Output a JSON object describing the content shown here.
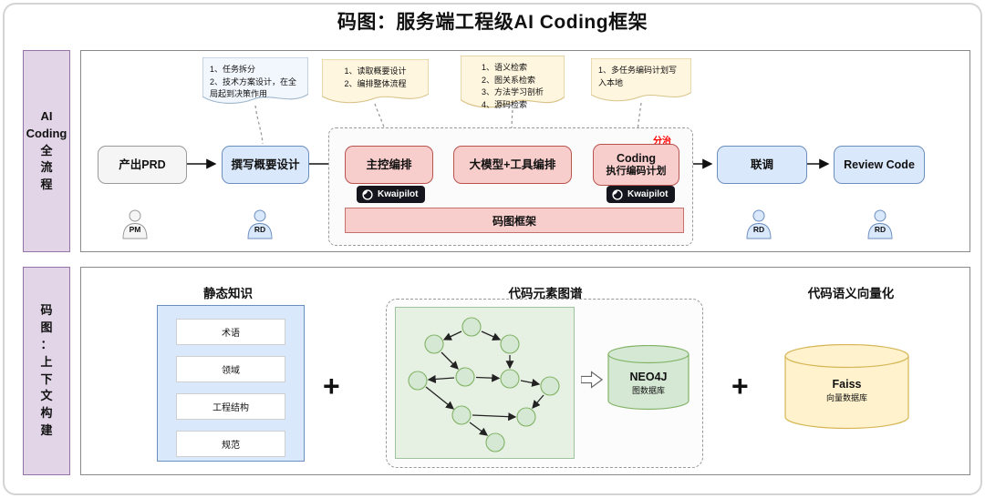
{
  "title": "码图：服务端工程级AI Coding框架",
  "colors": {
    "purple_fill": "#E1D5E7",
    "purple_border": "#9673A6",
    "blue_fill": "#DAE8FC",
    "blue_border": "#6C8EBF",
    "pink_fill": "#F8CECC",
    "pink_border": "#B85450",
    "green_fill": "#D5E8D4",
    "green_border": "#82B366",
    "yellow_note_fill": "#FFF6DF",
    "yellow_note_border": "#D9C38A",
    "blue_note_fill": "#F2F7FD",
    "blue_note_border": "#9FB6CD",
    "badge_dark": "#15151E",
    "divide_red": "#FF0000"
  },
  "top_section": {
    "sidebar_lines": [
      "AI",
      "Coding",
      "全",
      "流",
      "程"
    ],
    "notes": [
      {
        "lines": [
          "1、任务拆分",
          "2、技术方案设计，在全局起到决策作用"
        ]
      },
      {
        "lines": [
          "1、读取概要设计",
          "2、编排整体流程"
        ]
      },
      {
        "lines": [
          "1、语义检索",
          "2、图关系检索",
          "3、方法学习剖析",
          "4、源码检索"
        ]
      },
      {
        "lines": [
          "1、多任务编码计划写入本地"
        ]
      }
    ],
    "flow": [
      {
        "label": "产出PRD"
      },
      {
        "label": "撰写概要设计"
      },
      {
        "label": "主控编排"
      },
      {
        "label": "大模型+工具编排"
      },
      {
        "label": "Coding",
        "sublabel": "执行编码计划"
      },
      {
        "label": "联调"
      },
      {
        "label": "Review Code"
      }
    ],
    "divide_label": "分治",
    "framework_bar": "码图框架",
    "badge_label": "Kwaipilot",
    "actors": [
      {
        "label": "PM"
      },
      {
        "label": "RD"
      },
      {
        "label": "RD"
      },
      {
        "label": "RD"
      }
    ]
  },
  "bottom_section": {
    "sidebar_lines": [
      "码",
      "图",
      "：",
      "上",
      "下",
      "文",
      "构",
      "建"
    ],
    "static_knowledge": {
      "title": "静态知识",
      "items": [
        "术语",
        "领域",
        "工程结构",
        "规范"
      ]
    },
    "plus": "+",
    "code_graph": {
      "title": "代码元素图谱",
      "db_name": "NEO4J",
      "db_type": "图数据库"
    },
    "vectorization": {
      "title": "代码语义向量化",
      "db_name": "Faiss",
      "db_type": "向量数据库"
    }
  }
}
